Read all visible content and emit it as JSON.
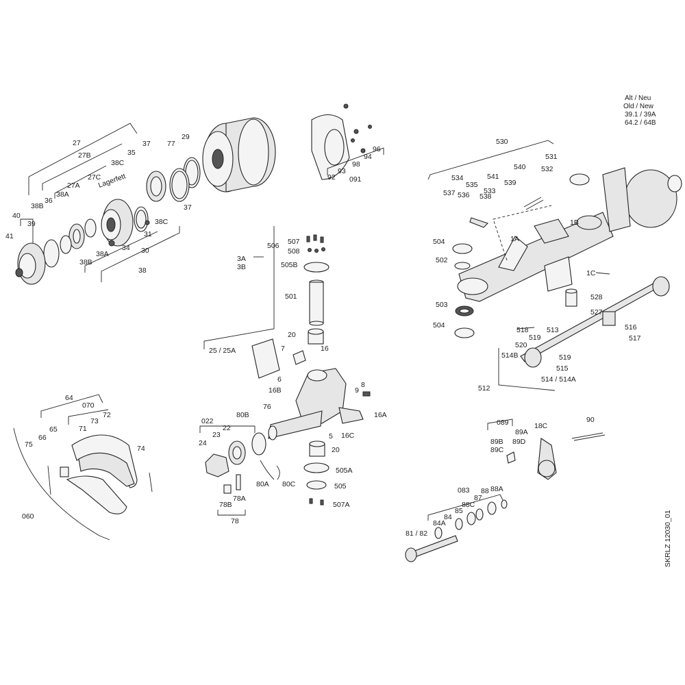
{
  "version_note": {
    "line1": "Alt / Neu",
    "line2": "Old / New",
    "line3": "39.1 / 39A",
    "line4": "64.2 / 64B"
  },
  "drawing_id": "SKRLZ 12030_01",
  "bearing_note": "Lagerfett",
  "labels": {
    "l27": "27",
    "l27B": "27B",
    "l27A": "27A",
    "l27C": "27C",
    "l29": "29",
    "l37a": "37",
    "l37b": "37",
    "l77": "77",
    "l35": "35",
    "l38C": "38C",
    "l38Cb": "38C",
    "l40": "40",
    "l41": "41",
    "l39": "39",
    "l38B": "38B",
    "l38Bb": "38B",
    "l36": "36",
    "l38A": "38A",
    "l38Ab": "38A",
    "l31": "31",
    "l34": "34",
    "l30": "30",
    "l38": "38",
    "l92": "92",
    "l93": "93",
    "l98": "98",
    "l94": "94",
    "l96": "96",
    "l091": "091",
    "l3A": "3A",
    "l3B": "3B",
    "l506": "506",
    "l507": "507",
    "l508": "508",
    "l505B": "505B",
    "l501": "501",
    "l20": "20",
    "l20b": "20",
    "l16": "16",
    "l7": "7",
    "l25": "25 / 25A",
    "l6": "6",
    "l16B": "16B",
    "l9": "9",
    "l8": "8",
    "l76": "76",
    "l16A": "16A",
    "l5": "5",
    "l16C": "16C",
    "l022": "022",
    "l80B": "80B",
    "l23": "23",
    "l22": "22",
    "l24": "24",
    "l505A": "505A",
    "l505": "505",
    "l507A": "507A",
    "l80A": "80A",
    "l80C": "80C",
    "l78A": "78A",
    "l78B": "78B",
    "l78": "78",
    "l64": "64",
    "l070": "070",
    "l72": "72",
    "l73": "73",
    "l71": "71",
    "l65": "65",
    "l66": "66",
    "l75": "75",
    "l74": "74",
    "l060": "060",
    "l530": "530",
    "l531": "531",
    "l532": "532",
    "l540": "540",
    "l541": "541",
    "l539": "539",
    "l534": "534",
    "l535": "535",
    "l533": "533",
    "l537": "537",
    "l536": "536",
    "l538": "538",
    "l1B": "1B",
    "l1A": "1A",
    "l1C": "1C",
    "l504": "504",
    "l504b": "504",
    "l502": "502",
    "l503": "503",
    "l528": "528",
    "l527": "527",
    "l516": "516",
    "l517": "517",
    "l513": "513",
    "l518": "518",
    "l519": "519",
    "l519b": "519",
    "l520": "520",
    "l514B": "514B",
    "l515": "515",
    "l514": "514 / 514A",
    "l512": "512",
    "l089": "089",
    "l89B": "89B",
    "l89A": "89A",
    "l89C": "89C",
    "l89D": "89D",
    "l18C": "18C",
    "l90": "90",
    "l083": "083",
    "l88": "88",
    "l88A": "88A",
    "l87": "87",
    "l88C": "88C",
    "l85": "85",
    "l84": "84",
    "l84A": "84A",
    "l81": "81 / 82"
  }
}
